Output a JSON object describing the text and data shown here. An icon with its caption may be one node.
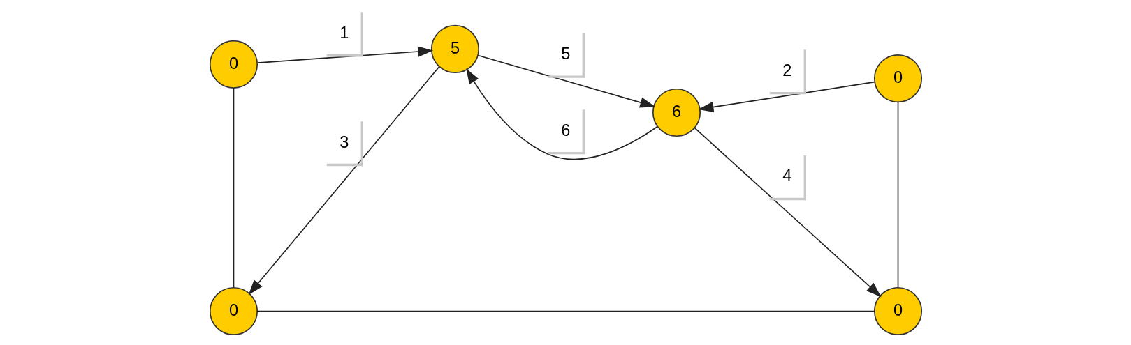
{
  "diagram": {
    "nodes": [
      {
        "text": [
          "0"
        ]
      },
      {
        "text": [
          "0"
        ]
      },
      {
        "text": [
          "5"
        ]
      },
      {
        "text": [
          "6"
        ]
      },
      {
        "text": [
          "0"
        ]
      },
      {
        "text": [
          "0"
        ]
      }
    ],
    "edges": [
      {
        "from": 0,
        "to": 2,
        "arrow": "to",
        "label": "1"
      },
      {
        "from": 1,
        "to": 3,
        "arrow": "to",
        "label": "2"
      },
      {
        "from": 2,
        "to": 4,
        "arrow": "to",
        "label": "3"
      },
      {
        "from": 3,
        "to": 5,
        "arrow": "to",
        "label": "4"
      },
      {
        "from": 2,
        "to": 3,
        "arrow": "to",
        "label": "5"
      },
      {
        "from": 3,
        "to": 2,
        "arrow": "to",
        "label": "6"
      },
      {
        "from": 0,
        "to": 4,
        "arrow": "none"
      },
      {
        "from": 1,
        "to": 5,
        "arrow": "none"
      },
      {
        "from": 4,
        "to": 5,
        "arrow": "none"
      }
    ]
  }
}
